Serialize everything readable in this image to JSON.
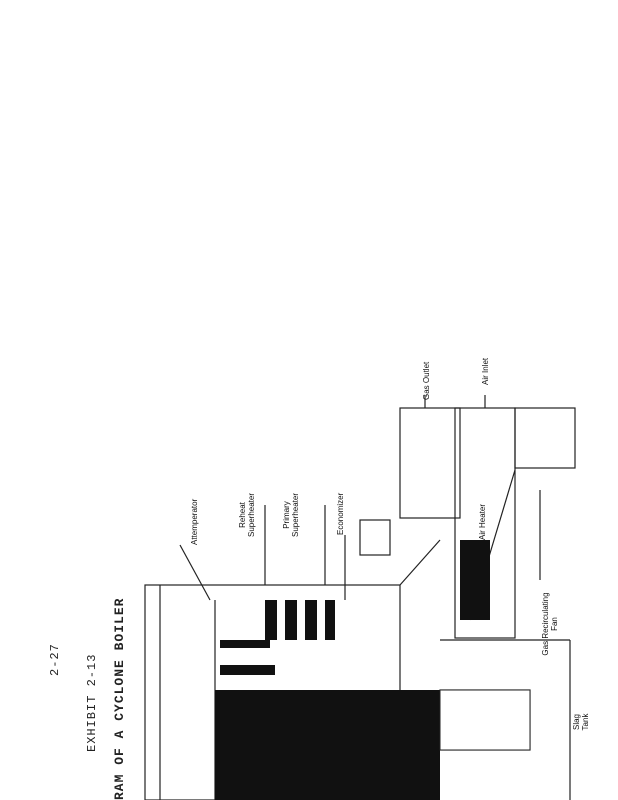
{
  "page_number": "2-27",
  "exhibit": "EXHIBIT 2-13",
  "title": "RAM OF A CYCLONE BOILER",
  "labels": {
    "attemperator": "Attemperator",
    "reheat": "Reheat Superheater",
    "primary": "Primary Superheater",
    "economizer": "Economizer",
    "gas_outlet": "Gas Outlet",
    "air_inlet": "Air Inlet",
    "air_heater": "Air Heater",
    "gas_recirc": "Gas Recirculating Fan",
    "slag_tank": "Slag Tank"
  }
}
